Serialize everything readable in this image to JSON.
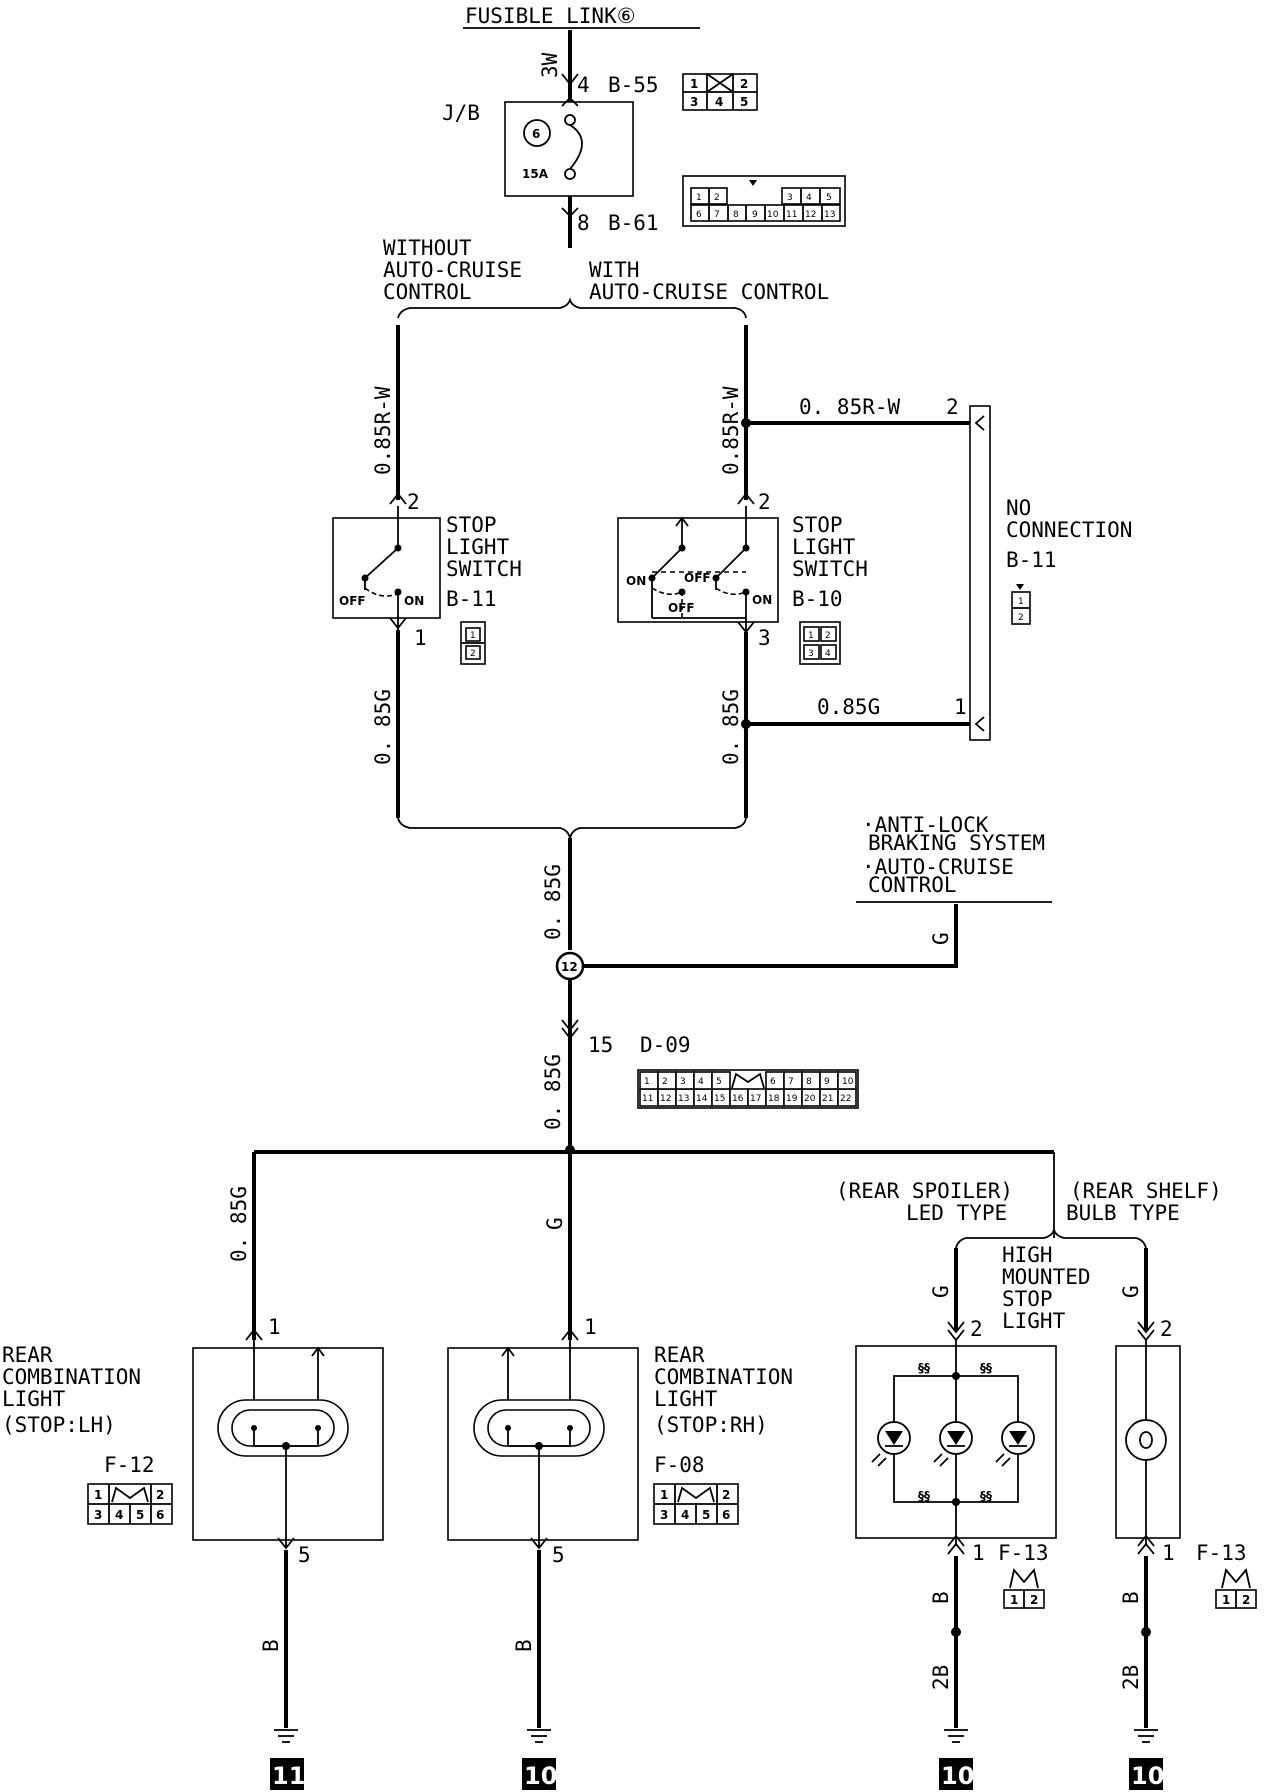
{
  "top": {
    "fusible_link": "FUSIBLE LINK⑥",
    "wire_top": "3W"
  },
  "junction_block": {
    "label": "J/B",
    "fuse_number": "6",
    "fuse_rating": "15A",
    "in_pin": "4",
    "in_connector": "B-55",
    "out_pin": "8",
    "out_connector": "B-61"
  },
  "branches": {
    "without_line1": "WITHOUT",
    "without_line2": "AUTO-CRUISE",
    "without_line3": "CONTROL",
    "with_line1": "WITH",
    "with_line2": "AUTO-CRUISE CONTROL"
  },
  "wires": {
    "left_upper": "0.85R-W",
    "right_upper": "0.85R-W",
    "horizontal_upper": "0. 85R-W",
    "left_lower": "0. 85G",
    "right_lower": "0. 85G",
    "horizontal_lower": "0.85G",
    "trunk": "0. 85G",
    "abs_wire": "G",
    "after_d09": "0. 85G",
    "left_drop": "0. 85G",
    "center_drop": "G",
    "hm_led_wire": "G",
    "hm_bulb_wire": "G",
    "ground_left": "B",
    "ground_center": "B",
    "ground_led_b": "B",
    "ground_led_2b": "2B",
    "ground_bulb_b": "B",
    "ground_bulb_2b": "2B"
  },
  "switch_left": {
    "line1": "STOP",
    "line2": "LIGHT",
    "line3": "SWITCH",
    "connector": "B-11",
    "pin_top": "2",
    "pin_bottom": "1",
    "off": "OFF",
    "on": "ON"
  },
  "switch_right": {
    "line1": "STOP",
    "line2": "LIGHT",
    "line3": "SWITCH",
    "connector": "B-10",
    "pin_top": "2",
    "pin_bottom": "3",
    "off_a": "OFF",
    "off_b": "OFF",
    "on_a": "ON",
    "on_b": "ON"
  },
  "no_connection": {
    "line1": "NO",
    "line2": "CONNECTION",
    "connector": "B-11",
    "pin_top": "2",
    "pin_bottom": "1"
  },
  "abs": {
    "line1": "·ANTI-LOCK",
    "line2": "BRAKING SYSTEM",
    "line3": "·AUTO-CRUISE",
    "line4": "CONTROL"
  },
  "splice": {
    "number": "12"
  },
  "d09": {
    "pin": "15",
    "connector": "D-09"
  },
  "hm_types": {
    "led_line1": "(REAR SPOILER)",
    "led_line2": "LED TYPE",
    "bulb_line1": "(REAR SHELF)",
    "bulb_line2": "BULB TYPE",
    "hm_line1": "HIGH",
    "hm_line2": "MOUNTED",
    "hm_line3": "STOP",
    "hm_line4": "LIGHT"
  },
  "rear_lh": {
    "line1": "REAR",
    "line2": "COMBINATION",
    "line3": "LIGHT",
    "line4": "(STOP:LH)",
    "connector": "F-12",
    "pin_top": "1",
    "pin_bottom": "5"
  },
  "rear_rh": {
    "line1": "REAR",
    "line2": "COMBINATION",
    "line3": "LIGHT",
    "line4": "(STOP:RH)",
    "connector": "F-08",
    "pin_top": "1",
    "pin_bottom": "5"
  },
  "hm_led": {
    "pin_top": "2",
    "pin_bottom": "1",
    "connector": "F-13"
  },
  "hm_bulb": {
    "pin_top": "2",
    "pin_bottom": "1",
    "connector": "F-13"
  },
  "grounds": {
    "g1": "11",
    "g2": "10",
    "g3": "10",
    "g4": "10"
  },
  "connector_pins": {
    "b55_row1": [
      "1",
      "",
      "2"
    ],
    "b55_row2": [
      "3",
      "4",
      "5"
    ],
    "b61_row1": [
      "1",
      "2",
      "3",
      "4",
      "5"
    ],
    "b61_row2": [
      "6",
      "7",
      "8",
      "9",
      "10",
      "11",
      "12",
      "13"
    ],
    "b11_left": [
      "1",
      "2"
    ],
    "b10": [
      "1",
      "2",
      "3",
      "4"
    ],
    "b11_nc": [
      "1",
      "2"
    ],
    "d09_row1": [
      "1",
      "2",
      "3",
      "4",
      "5",
      "6",
      "7",
      "8",
      "9",
      "10"
    ],
    "d09_row2": [
      "11",
      "12",
      "13",
      "14",
      "15",
      "16",
      "17",
      "18",
      "19",
      "20",
      "21",
      "22"
    ],
    "f12_row1": [
      "1",
      "2"
    ],
    "f12_row2": [
      "3",
      "4",
      "5",
      "6"
    ],
    "f08_row1": [
      "1",
      "2"
    ],
    "f08_row2": [
      "3",
      "4",
      "5",
      "6"
    ],
    "f13_led": [
      "1",
      "2"
    ],
    "f13_bulb": [
      "1",
      "2"
    ]
  }
}
